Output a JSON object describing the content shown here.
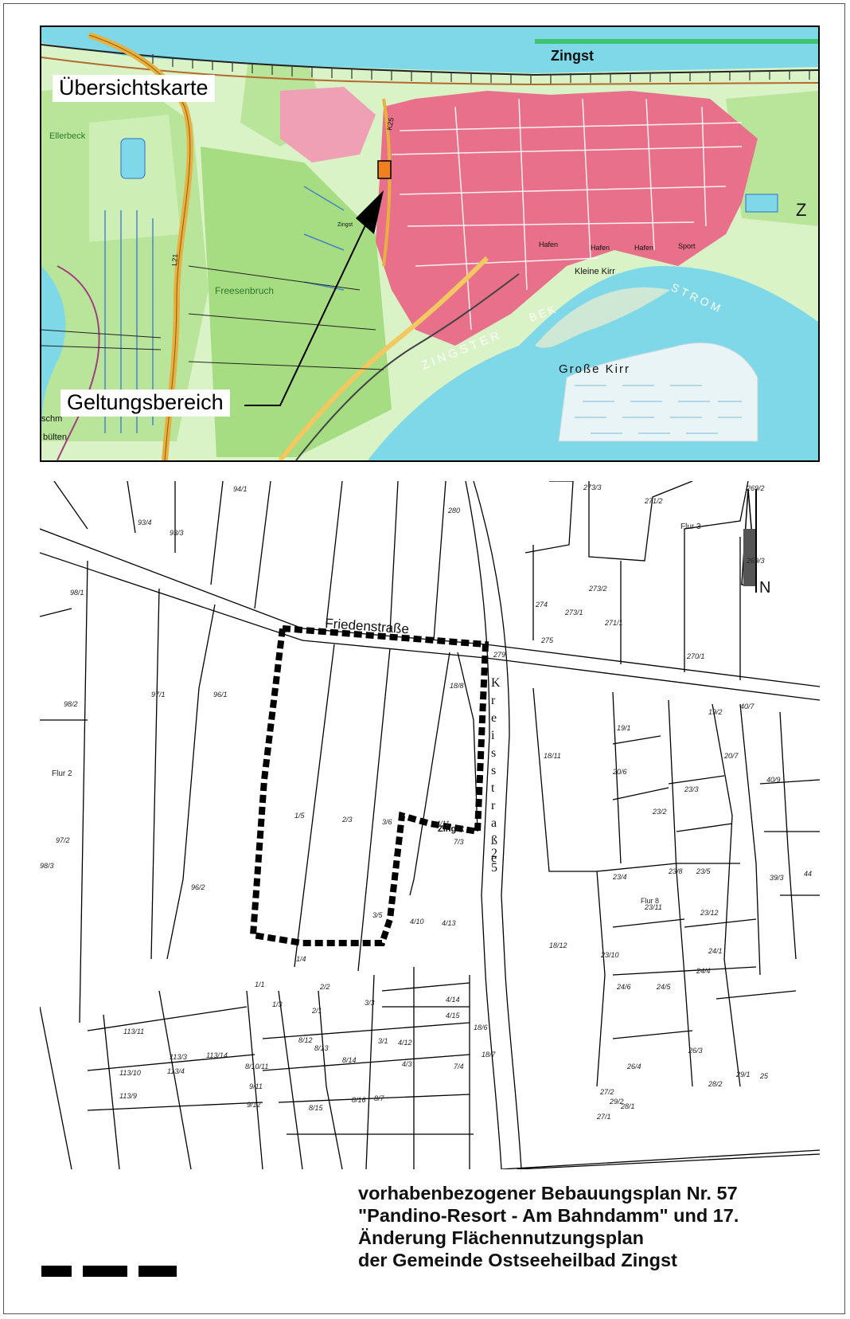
{
  "overview_map": {
    "title": "Übersichtskarte",
    "scope_label": "Geltungsbereich",
    "place_names": {
      "zingst_top": "Zingst",
      "ellerbeck": "Ellerbeck",
      "freesenbruch": "Freesenbruch",
      "kleine_kirr": "Kleine Kirr",
      "grosse_kirr": "Große Kirr",
      "zingster": "ZINGSTER",
      "bek": "BEK",
      "strom": "STROM",
      "hafen1": "Hafen",
      "hafen2": "Hafen",
      "hafen3": "Hafen",
      "sport": "Sport",
      "k25": "K25",
      "l21": "L21",
      "z_edge": "Z",
      "schm": "schm",
      "bulten": "bülten",
      "zingst_small": "Zingst"
    },
    "colors": {
      "water": "#7fd8e8",
      "settlement": "#e8708a",
      "field": "#c8ecb0",
      "forest": "#9ed57a",
      "road": "#e8b040"
    }
  },
  "cadastral_map": {
    "street": "Friedenstraße",
    "kreisstrasse_letters": [
      "K",
      "r",
      "e",
      "i",
      "s",
      "s",
      "t",
      "r",
      "a",
      "ß",
      "e",
      "2",
      "5"
    ],
    "north": "N",
    "flur_labels": {
      "flur2": "Flur 2",
      "flur3": "Flur 3",
      "flur8": "Flur 8",
      "zingst": "Zingst"
    },
    "parcels": [
      "94/1",
      "93/4",
      "93/3",
      "98/1",
      "280",
      "273/3",
      "271/2",
      "269/2",
      "269/3",
      "273/2",
      "273/1",
      "271/1",
      "274",
      "275",
      "279",
      "270/1",
      "98/2",
      "97/1",
      "96/1",
      "18/8",
      "19/2",
      "40/7",
      "19/1",
      "20/7",
      "18/11",
      "20/6",
      "40/9",
      "23/3",
      "23/2",
      "1/5",
      "2/3",
      "3/6",
      "4/11",
      "7/3",
      "97/2",
      "98/3",
      "23/4",
      "23/8",
      "23/5",
      "39/3",
      "96/2",
      "23/11",
      "23/12",
      "3/5",
      "4/10",
      "4/13",
      "18/12",
      "23/10",
      "24/1",
      "1/4",
      "24/6",
      "24/5",
      "24/4",
      "1/1",
      "2/2",
      "3/3",
      "4/14",
      "1/3",
      "2/1",
      "4/15",
      "18/6",
      "113/11",
      "8/10/11",
      "8/12",
      "8/13",
      "3/1",
      "4/12",
      "113/3",
      "113/14",
      "113/10",
      "8/14",
      "4/3",
      "7/4",
      "18/7",
      "26/3",
      "113/4",
      "26/4",
      "29/1",
      "25",
      "9/11",
      "28/2",
      "113/9",
      "8/16",
      "8/7",
      "27/2",
      "29/2",
      "28/1",
      "9/12",
      "8/15",
      "27/1",
      "44"
    ]
  },
  "title": {
    "line1": "vorhabenbezogener Bebauungsplan Nr. 57",
    "line2": "\"Pandino-Resort - Am Bahndamm\" und 17.",
    "line3": "Änderung Flächennutzungsplan",
    "line4": "der Gemeinde Ostseeheilbad Zingst"
  }
}
